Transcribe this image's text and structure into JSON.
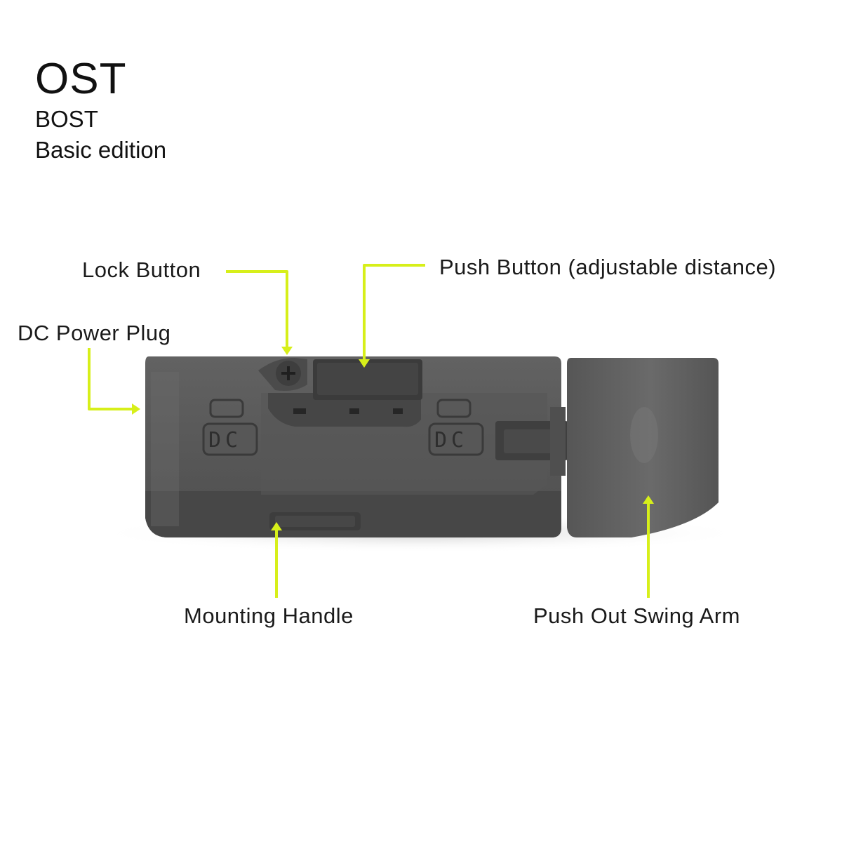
{
  "header": {
    "title": "OST",
    "subtitle": "BOST",
    "edition": "Basic edition"
  },
  "callouts": {
    "lock_button": "Lock Button",
    "push_button": "Push Button (adjustable distance)",
    "dc_power_plug": "DC Power Plug",
    "mounting_handle": "Mounting Handle",
    "push_out_swing_arm": "Push Out Swing Arm"
  },
  "device": {
    "port_label_left": "DC",
    "port_label_right": "DC"
  },
  "colors": {
    "accent": "#d7ef1a",
    "device_body": "#5a5a5a",
    "device_dark": "#3c3c3c",
    "background": "#ffffff"
  }
}
